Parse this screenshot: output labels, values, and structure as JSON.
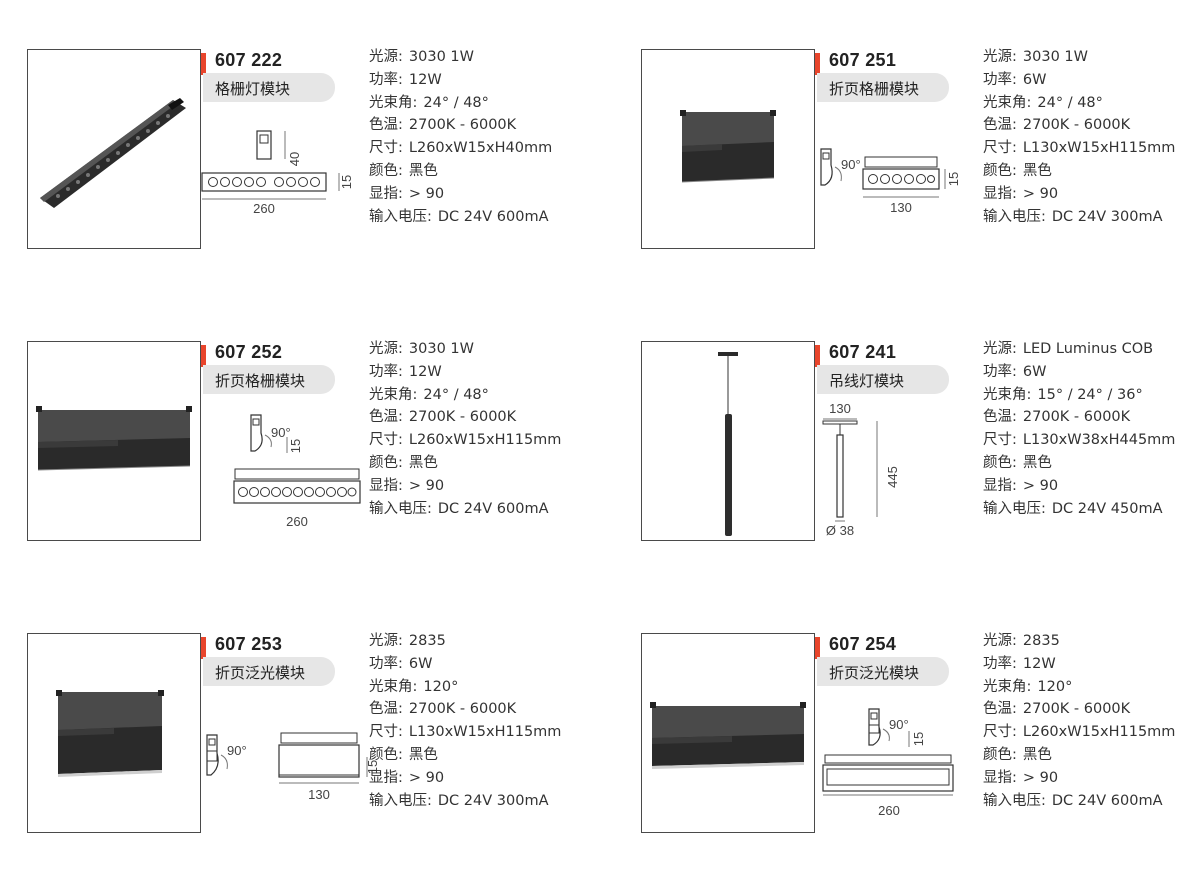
{
  "products": [
    {
      "code": "607 222",
      "name": "格栅灯模块",
      "dims": [
        "40",
        "15",
        "260"
      ],
      "specs": [
        {
          "label": "光源:",
          "value": "3030 1W"
        },
        {
          "label": "功率:",
          "value": "12W"
        },
        {
          "label": "光束角:",
          "value": "24° / 48°"
        },
        {
          "label": "色温:",
          "value": "2700K - 6000K"
        },
        {
          "label": "尺寸:",
          "value": "L260xW15xH40mm"
        },
        {
          "label": "颜色:",
          "value": "黑色"
        },
        {
          "label": "显指:",
          "value": "> 90"
        },
        {
          "label": "输入电压:",
          "value": "DC 24V 600mA"
        }
      ]
    },
    {
      "code": "607 251",
      "name": "折页格栅模块",
      "dims": [
        "90°",
        "15",
        "130"
      ],
      "specs": [
        {
          "label": "光源:",
          "value": "3030 1W"
        },
        {
          "label": "功率:",
          "value": "6W"
        },
        {
          "label": "光束角:",
          "value": "24° / 48°"
        },
        {
          "label": "色温:",
          "value": "2700K - 6000K"
        },
        {
          "label": "尺寸:",
          "value": "L130xW15xH115mm"
        },
        {
          "label": "颜色:",
          "value": "黑色"
        },
        {
          "label": "显指:",
          "value": "> 90"
        },
        {
          "label": "输入电压:",
          "value": "DC 24V 300mA"
        }
      ]
    },
    {
      "code": "607 252",
      "name": "折页格栅模块",
      "dims": [
        "90°",
        "15",
        "260"
      ],
      "specs": [
        {
          "label": "光源:",
          "value": "3030 1W"
        },
        {
          "label": "功率:",
          "value": "12W"
        },
        {
          "label": "光束角:",
          "value": "24° / 48°"
        },
        {
          "label": "色温:",
          "value": "2700K - 6000K"
        },
        {
          "label": "尺寸:",
          "value": "L260xW15xH115mm"
        },
        {
          "label": "颜色:",
          "value": "黑色"
        },
        {
          "label": "显指:",
          "value": "> 90"
        },
        {
          "label": "输入电压:",
          "value": "DC 24V 600mA"
        }
      ]
    },
    {
      "code": "607 241",
      "name": "吊线灯模块",
      "dims": [
        "130",
        "445",
        "Ø 38"
      ],
      "specs": [
        {
          "label": "光源:",
          "value": "LED Luminus COB"
        },
        {
          "label": "功率:",
          "value": "6W"
        },
        {
          "label": "光束角:",
          "value": "15° / 24° / 36°"
        },
        {
          "label": "色温:",
          "value": "2700K - 6000K"
        },
        {
          "label": "尺寸:",
          "value": "L130xW38xH445mm"
        },
        {
          "label": "颜色:",
          "value": "黑色"
        },
        {
          "label": "显指:",
          "value": "> 90"
        },
        {
          "label": "输入电压:",
          "value": "DC 24V 450mA"
        }
      ]
    },
    {
      "code": "607 253",
      "name": "折页泛光模块",
      "dims": [
        "90°",
        "15",
        "130"
      ],
      "specs": [
        {
          "label": "光源:",
          "value": "2835"
        },
        {
          "label": "功率:",
          "value": "6W"
        },
        {
          "label": "光束角:",
          "value": "120°"
        },
        {
          "label": "色温:",
          "value": "2700K - 6000K"
        },
        {
          "label": "尺寸:",
          "value": "L130xW15xH115mm"
        },
        {
          "label": "颜色:",
          "value": "黑色"
        },
        {
          "label": "显指:",
          "value": "> 90"
        },
        {
          "label": "输入电压:",
          "value": "DC 24V 300mA"
        }
      ]
    },
    {
      "code": "607 254",
      "name": "折页泛光模块",
      "dims": [
        "90°",
        "15",
        "260"
      ],
      "specs": [
        {
          "label": "光源:",
          "value": "2835"
        },
        {
          "label": "功率:",
          "value": "12W"
        },
        {
          "label": "光束角:",
          "value": "120°"
        },
        {
          "label": "色温:",
          "value": "2700K - 6000K"
        },
        {
          "label": "尺寸:",
          "value": "L260xW15xH115mm"
        },
        {
          "label": "颜色:",
          "value": "黑色"
        },
        {
          "label": "显指:",
          "value": "> 90"
        },
        {
          "label": "输入电压:",
          "value": "DC 24V 600mA"
        }
      ]
    }
  ],
  "colors": {
    "accent": "#e8452c",
    "namebar": "#e6e6e6",
    "product": "#2a2a2a"
  }
}
